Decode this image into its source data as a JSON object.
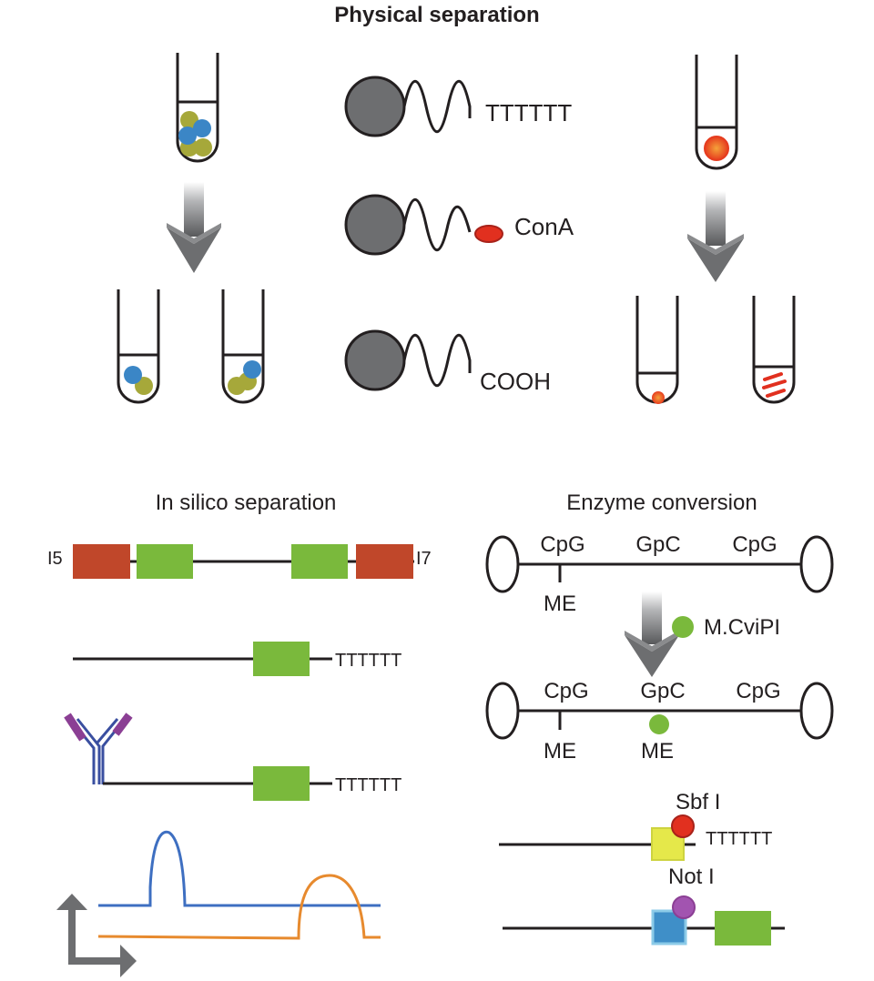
{
  "physical": {
    "title": "Physical separation",
    "bead_labels": {
      "polyt": "TTTTTT",
      "cona": "ConA",
      "cooh": "COOH"
    }
  },
  "insilico": {
    "title": "In silico separation",
    "i5_label": "I5",
    "i7_label": "I7",
    "polyt_label_1": "TTTTTT",
    "polyt_label_2": "TTTTTT"
  },
  "enzyme": {
    "title": "Enzyme conversion",
    "sites_before": [
      "CpG",
      "GpC",
      "CpG"
    ],
    "me_before": "ME",
    "enzyme_name": "M.CviPI",
    "sites_after": [
      "CpG",
      "GpC",
      "CpG"
    ],
    "me_after_1": "ME",
    "me_after_2": "ME",
    "sbf_label": "Sbf I",
    "sbf_polyt": "TTTTTT",
    "not_label": "Not I"
  },
  "colors": {
    "bead_gray": "#6d6e70",
    "cell_olive": "#a6a83a",
    "cell_blue": "#3b86c6",
    "nucleus_orange": "#f26b2b",
    "nucleus_red": "#e1301f",
    "barcode_red": "#c0472a",
    "barcode_green": "#7ab93c",
    "antibody_blue": "#3a4fa0",
    "antibody_purple": "#8b3f94",
    "trace_blue": "#3e6fc1",
    "trace_orange": "#e78a2e",
    "site_yellow": "#e5e84a",
    "site_blue": "#3f8fc8",
    "arrow_gray": "#6d6e70"
  }
}
